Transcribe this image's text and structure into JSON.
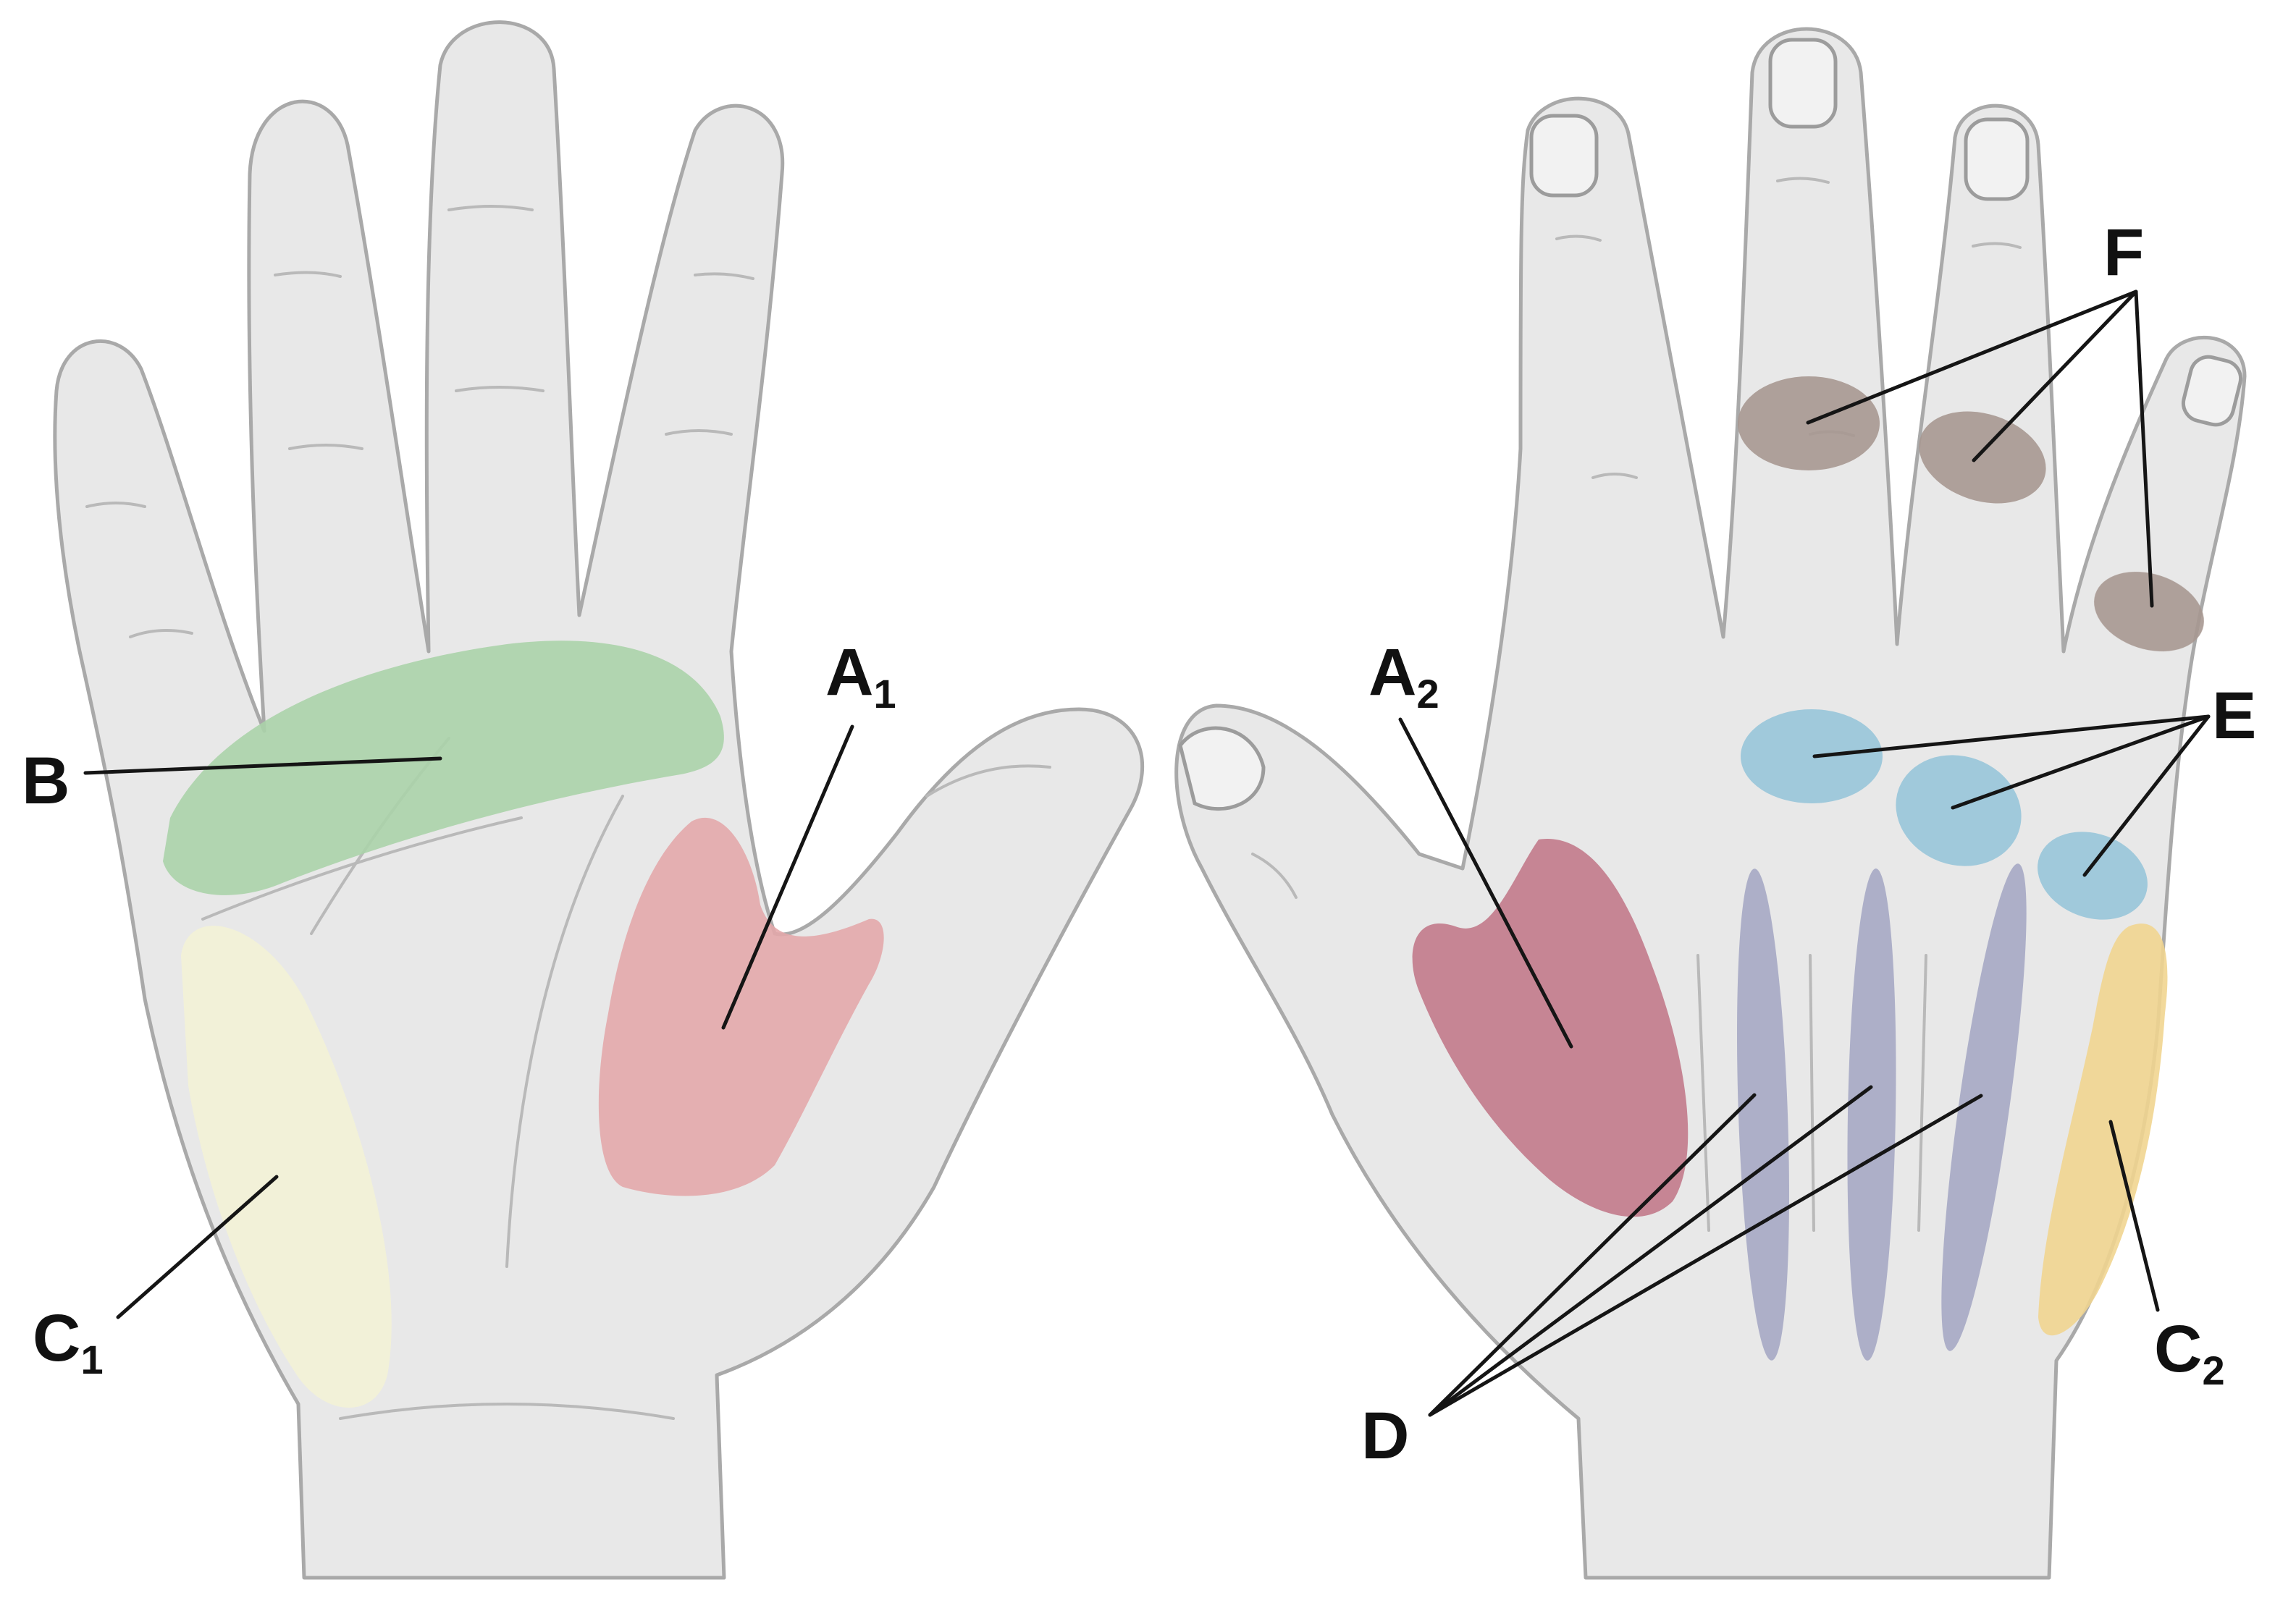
{
  "labels": {
    "A1": {
      "main": "A",
      "sub": "1"
    },
    "A2": {
      "main": "A",
      "sub": "2"
    },
    "B": {
      "main": "B"
    },
    "C1": {
      "main": "C",
      "sub": "1"
    },
    "C2": {
      "main": "C",
      "sub": "2"
    },
    "D": {
      "main": "D"
    },
    "E": {
      "main": "E"
    },
    "F": {
      "main": "F"
    }
  },
  "colors": {
    "skin": "#e8e8e8",
    "outline": "#a9a9a9",
    "region_A1": "#e4a9ab",
    "region_A2": "#c27a8b",
    "region_B": "#abd3aa",
    "region_C1": "#f3f2d6",
    "region_C2": "#f1d590",
    "region_D": "#a6a9c4",
    "region_E": "#98c6da",
    "region_F": "#a89891"
  }
}
